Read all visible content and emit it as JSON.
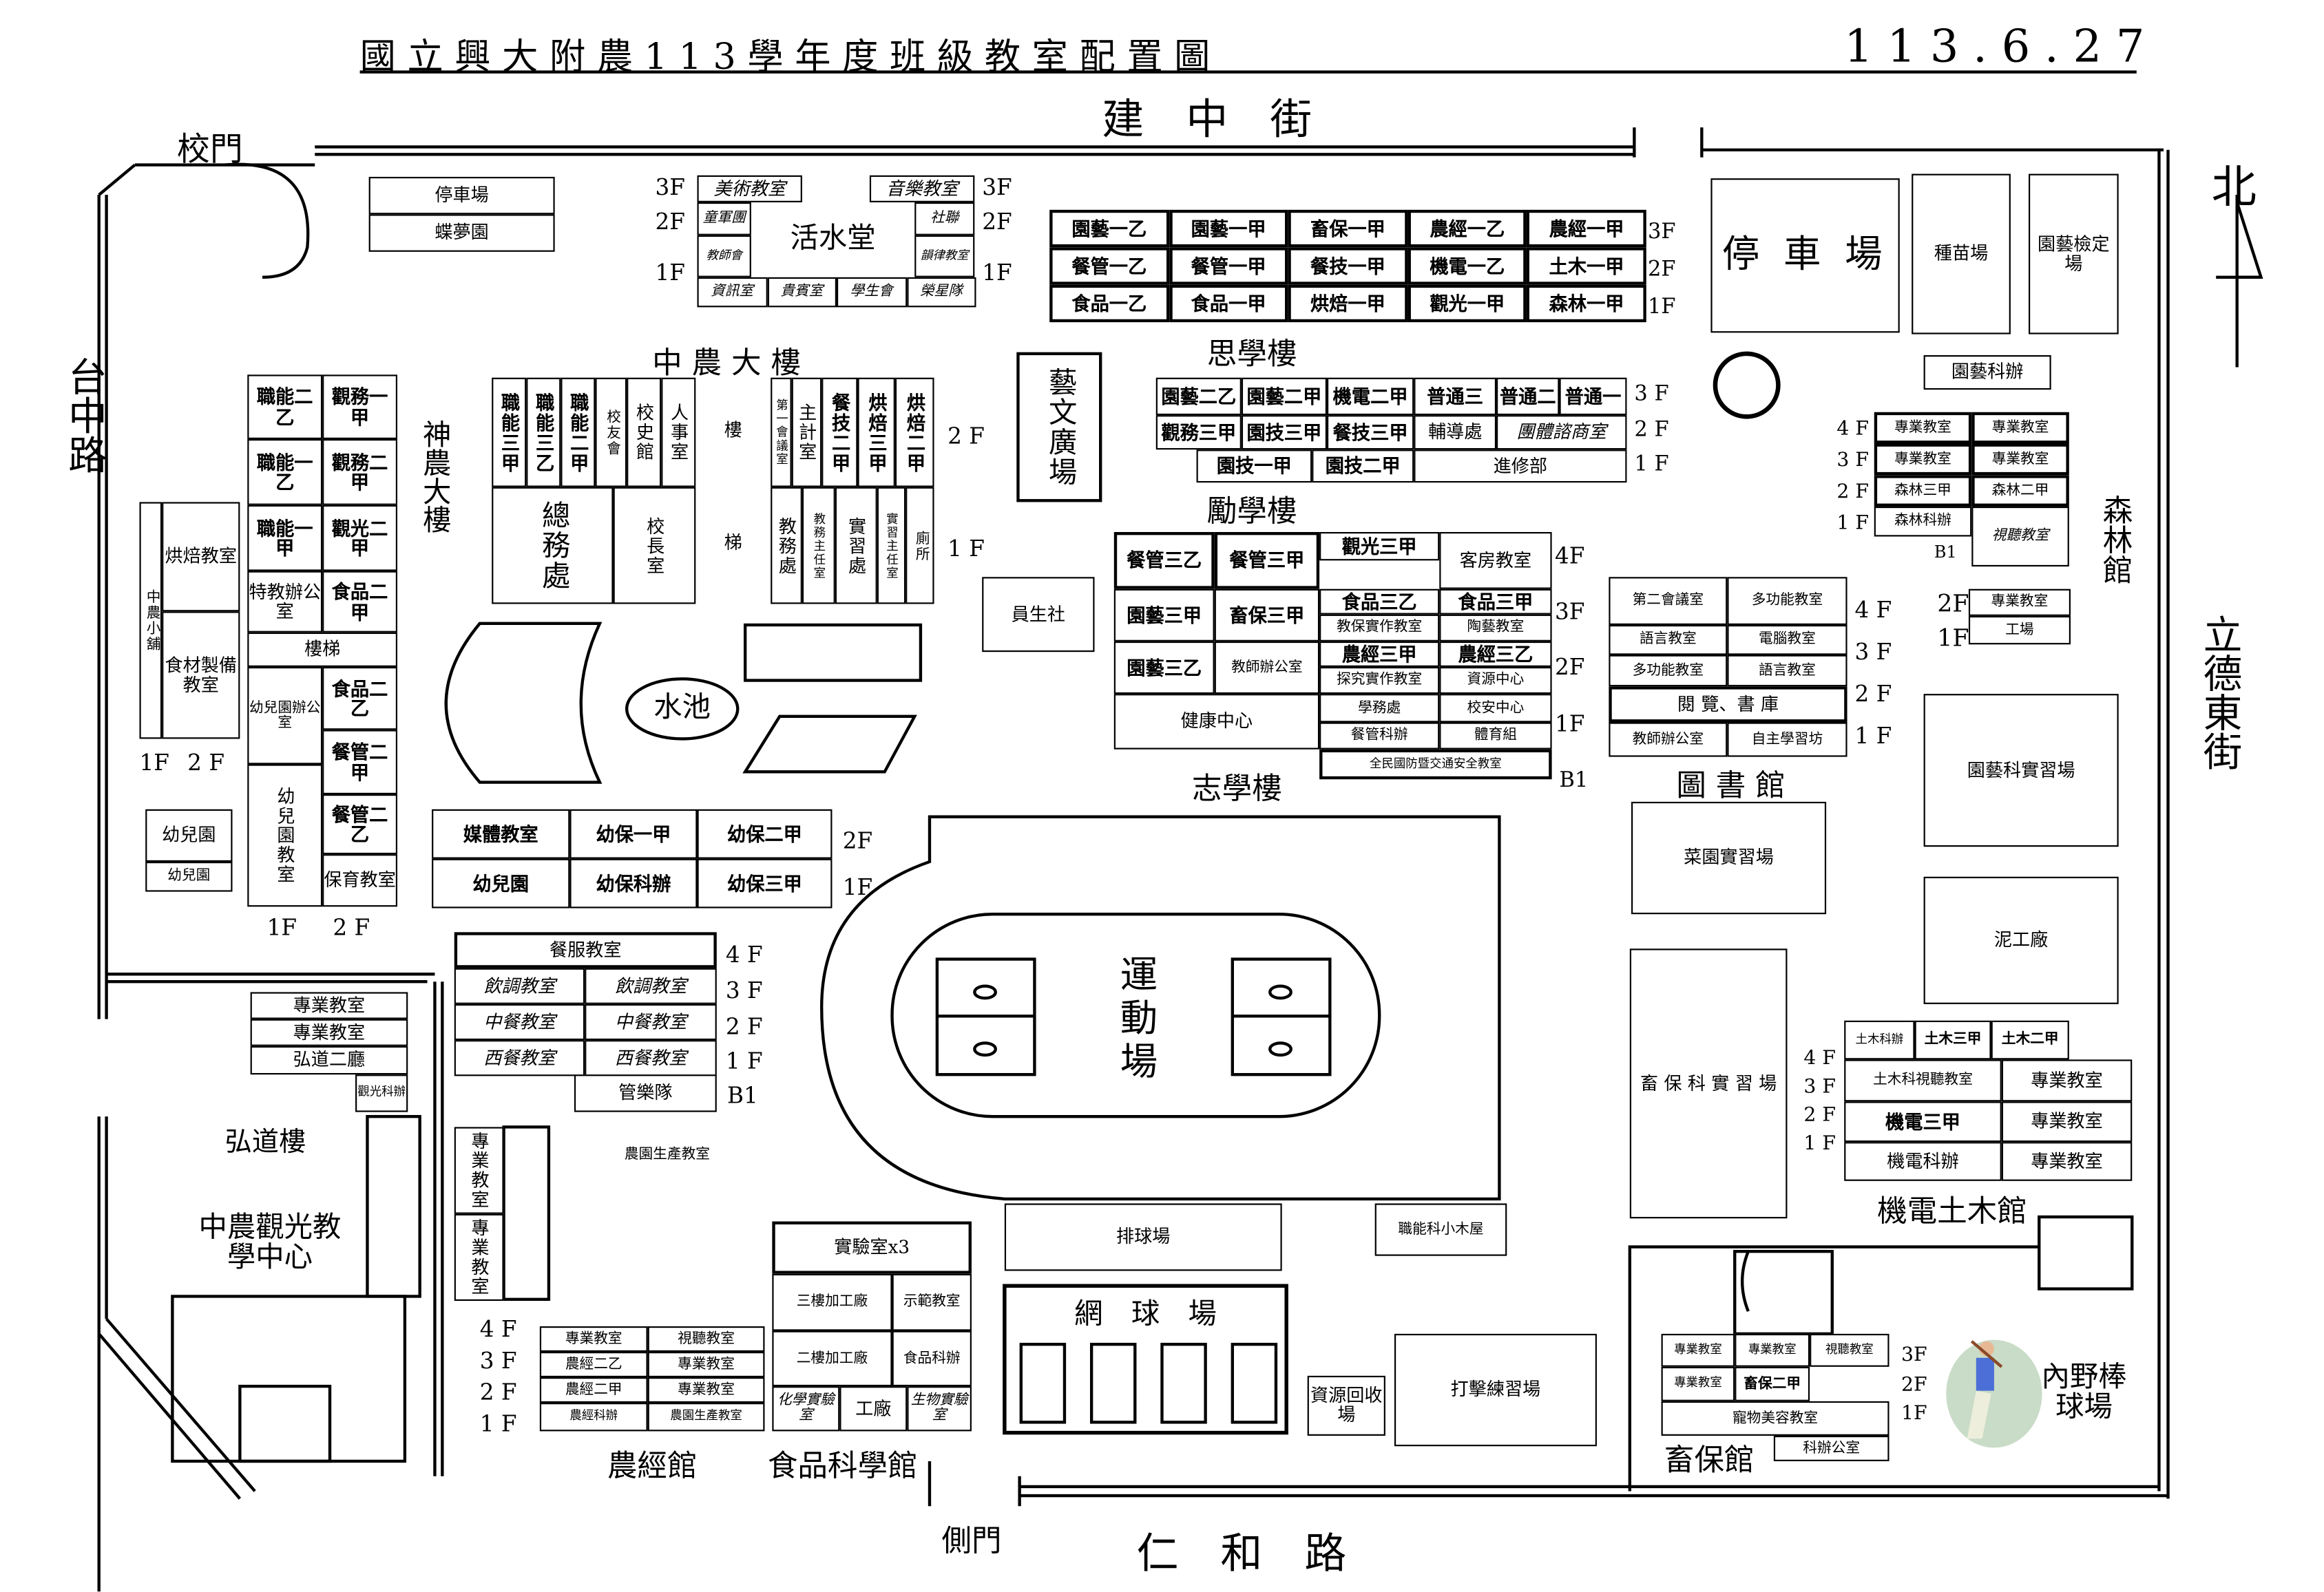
{
  "header": {
    "title": "國 立 興 大 附 農 1 1 3 學 年 度 班 級 教 室 配 置 圖",
    "date": "1 1 3 . 6 . 2 7"
  },
  "streets": {
    "north": "建　中　街",
    "south": "仁　和　路",
    "west": "台中路",
    "east": "立德東街",
    "main_gate": "校門",
    "side_gate": "側門",
    "north_mark": "北"
  },
  "floors": {
    "f1": "1F",
    "f2": "2F",
    "f3": "3F",
    "f4": "4F",
    "b1": "B1",
    "s1": "1 F",
    "s2": "2 F",
    "s3": "3 F",
    "s4": "4 F"
  },
  "parking_top": {
    "rooms": [
      "停車場",
      "蝶夢園"
    ]
  },
  "huoshui": {
    "name": "活水堂",
    "rooms": [
      "美術教室",
      "音樂教室",
      "童軍團",
      "教師會",
      "社聯",
      "韻律教室",
      "資訊室",
      "貴賓室",
      "學生會",
      "榮星隊"
    ]
  },
  "sixue": {
    "name": "思學樓",
    "rooms": [
      "園藝一乙",
      "園藝一甲",
      "畜保一甲",
      "農經一乙",
      "農經一甲",
      "餐管一乙",
      "餐管一甲",
      "餐技一甲",
      "機電一乙",
      "土木一甲",
      "食品一乙",
      "食品一甲",
      "烘焙一甲",
      "觀光一甲",
      "森林一甲"
    ]
  },
  "ne": {
    "parking": "停 車 場",
    "seedling": "種苗場",
    "horti_test": "園藝檢定場",
    "horti_office": "園藝科辦"
  },
  "zhongnong": {
    "name": "中 農 大 樓",
    "rooms": [
      "職能三甲",
      "職能三乙",
      "職能二甲",
      "校友會",
      "校史館",
      "人事室",
      "樓",
      "梯",
      "第一會議室",
      "主計室",
      "餐技二甲",
      "烘焙三甲",
      "烘焙二甲",
      "總務處",
      "校長室",
      "教務處",
      "教務主任室",
      "實習處",
      "實習主任室",
      "廁所"
    ]
  },
  "shennong": {
    "name": "神農大樓",
    "rooms": [
      "職能二乙",
      "觀務一甲",
      "職能一乙",
      "觀務二甲",
      "職能一甲",
      "觀光二甲",
      "特教辦公室",
      "食品二甲",
      "樓梯",
      "幼兒園辦公室",
      "食品二乙",
      "餐管二甲",
      "幼兒園教室",
      "餐管二乙",
      "保育教室"
    ]
  },
  "west_shop": {
    "rooms": [
      "中農小舖",
      "烘焙教室",
      "食材製備教室"
    ]
  },
  "kindergarten": {
    "rooms": [
      "幼兒園",
      "幼兒園"
    ]
  },
  "pond": "水池",
  "youbao": {
    "rooms": [
      "媒體教室",
      "幼保一甲",
      "幼保二甲",
      "幼兒園",
      "幼保科辦",
      "幼保三甲"
    ]
  },
  "yiwen": "藝文廣場",
  "lixue": {
    "name": "勵學樓",
    "rooms": [
      "園藝二乙",
      "園藝二甲",
      "機電二甲",
      "普通三",
      "普通二",
      "普通一",
      "觀務三甲",
      "園技三甲",
      "餐技三甲",
      "輔導處",
      "團體諮商室",
      "園技一甲",
      "園技二甲",
      "進修部"
    ]
  },
  "coop": "員生社",
  "zhixue": {
    "name": "志學樓",
    "rooms": [
      "餐管三乙",
      "餐管三甲",
      "觀光三甲",
      "客房教室",
      "園藝三甲",
      "畜保三甲",
      "食品三乙",
      "教保實作教室",
      "食品三甲",
      "陶藝教室",
      "園藝三乙",
      "教師辦公室",
      "農經三甲",
      "探究實作教室",
      "農經三乙",
      "資源中心",
      "健康中心",
      "學務處",
      "餐管科辦",
      "校安中心",
      "體育組",
      "全民國防暨交通安全教室"
    ]
  },
  "library": {
    "name": "圖 書 館",
    "rooms": [
      "第二會議室",
      "多功能教室",
      "語言教室",
      "電腦教室",
      "多功能教室",
      "語言教室",
      "閱 覽、書 庫",
      "教師辦公室",
      "自主學習坊"
    ]
  },
  "forest": {
    "name": "森林館",
    "rooms": [
      "專業教室",
      "專業教室",
      "專業教室",
      "專業教室",
      "森林三甲",
      "森林二甲",
      "森林科辦",
      "視聽教室",
      "專業教室",
      "工場"
    ]
  },
  "fields": {
    "horti_practice": "園藝科實習場",
    "vegetable": "菜園實習場",
    "mud": "泥工廠",
    "livestock_practice": "畜 保 科 實 習 場",
    "track": "運動場",
    "volleyball": "排球場",
    "cabin": "職能科小木屋",
    "tennis": "網　球　場",
    "recycle": "資源回收場",
    "batting": "打擊練習場",
    "baseball": "內野棒球場",
    "farm_room": "農園生產教室"
  },
  "jidian": {
    "name": "機電土木館",
    "rooms": [
      "土木科辦",
      "土木三甲",
      "土木二甲",
      "土木科視聽教室",
      "專業教室",
      "機電三甲",
      "專業教室",
      "機電科辦",
      "專業教室"
    ]
  },
  "xubao": {
    "name": "畜保館",
    "rooms": [
      "專業教室",
      "專業教室",
      "視聽教室",
      "專業教室",
      "畜保二甲",
      "寵物美容教室",
      "科辦公室"
    ]
  },
  "canfu": {
    "rooms": [
      "餐服教室",
      "飲調教室",
      "飲調教室",
      "中餐教室",
      "中餐教室",
      "西餐教室",
      "西餐教室",
      "管樂隊"
    ]
  },
  "hongdao": {
    "name": "弘道樓",
    "center": "中農觀光教學中心",
    "rooms": [
      "專業教室",
      "專業教室",
      "弘道二廳",
      "觀光科辦"
    ]
  },
  "prof": {
    "rooms": [
      "專業教室",
      "專業教室"
    ]
  },
  "nongjing": {
    "name": "農經館",
    "rooms": [
      "專業教室",
      "視聽教室",
      "農經二乙",
      "專業教室",
      "農經二甲",
      "專業教室",
      "農經科辦",
      "農園生產教室"
    ]
  },
  "food": {
    "name": "食品科學館",
    "rooms": [
      "實驗室x3",
      "三樓加工廠",
      "示範教室",
      "二樓加工廠",
      "食品科辦",
      "化學實驗室",
      "工廠",
      "生物實驗室"
    ]
  }
}
